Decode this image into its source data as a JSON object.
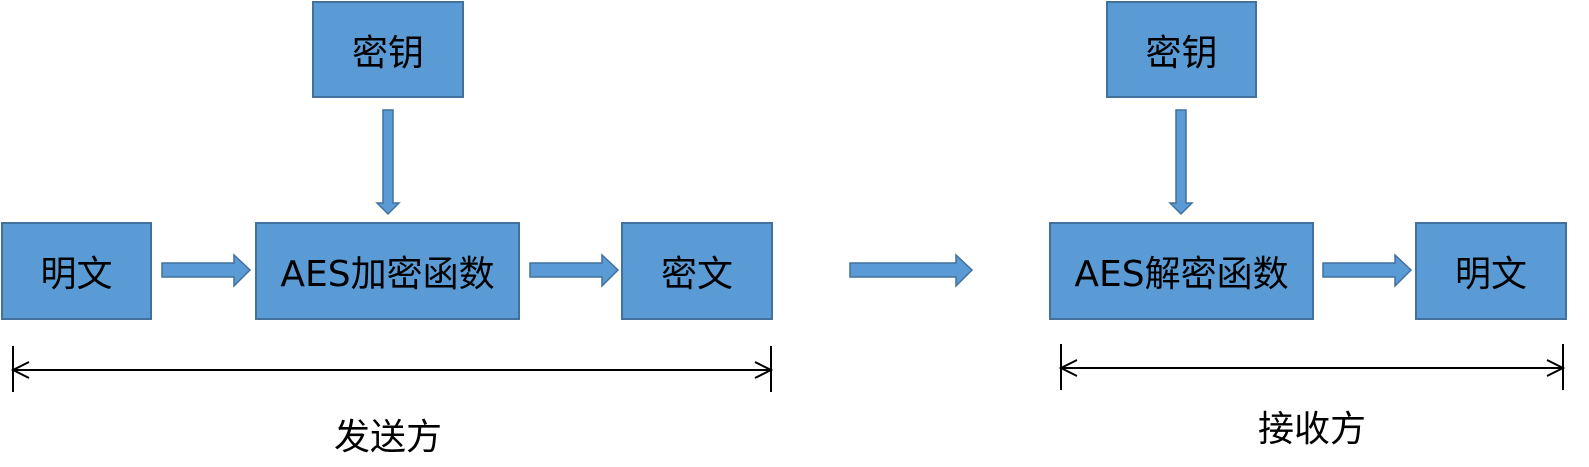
{
  "sender": {
    "key_box": "密钥",
    "plaintext_box": "明文",
    "encrypt_box": "AES加密函数",
    "ciphertext_box": "密文",
    "label": "发送方"
  },
  "receiver": {
    "key_box": "密钥",
    "decrypt_box": "AES解密函数",
    "plaintext_box": "明文",
    "label": "接收方"
  },
  "colors": {
    "box_fill": "#5b9bd5",
    "box_border": "#41719c",
    "line": "#000000"
  }
}
